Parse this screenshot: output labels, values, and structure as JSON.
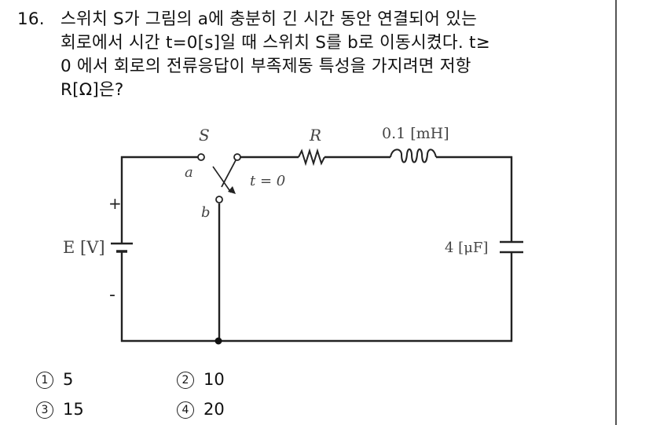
{
  "question": {
    "number": "16.",
    "lines": [
      "스위치 S가 그림의 a에 충분히 긴 시간 동안 연결되어 있는",
      "회로에서 시간 t=0[s]일 때 스위치 S를 b로 이동시켰다. t≥",
      "0 에서 회로의 전류응답이 부족제동 특성을 가지려면 저항",
      "R[Ω]은?"
    ]
  },
  "circuit": {
    "switch_label": "S",
    "terminal_a": "a",
    "terminal_b": "b",
    "switch_time": "t = 0",
    "resistor_label": "R",
    "inductor_label": "0.1 [mH]",
    "capacitor_label": "4 [μF]",
    "source_label": "E [V]",
    "plus_sign": "+",
    "minus_sign": "-"
  },
  "options": [
    {
      "marker": "1",
      "value": "5"
    },
    {
      "marker": "2",
      "value": "10"
    },
    {
      "marker": "3",
      "value": "15"
    },
    {
      "marker": "4",
      "value": "20"
    }
  ]
}
